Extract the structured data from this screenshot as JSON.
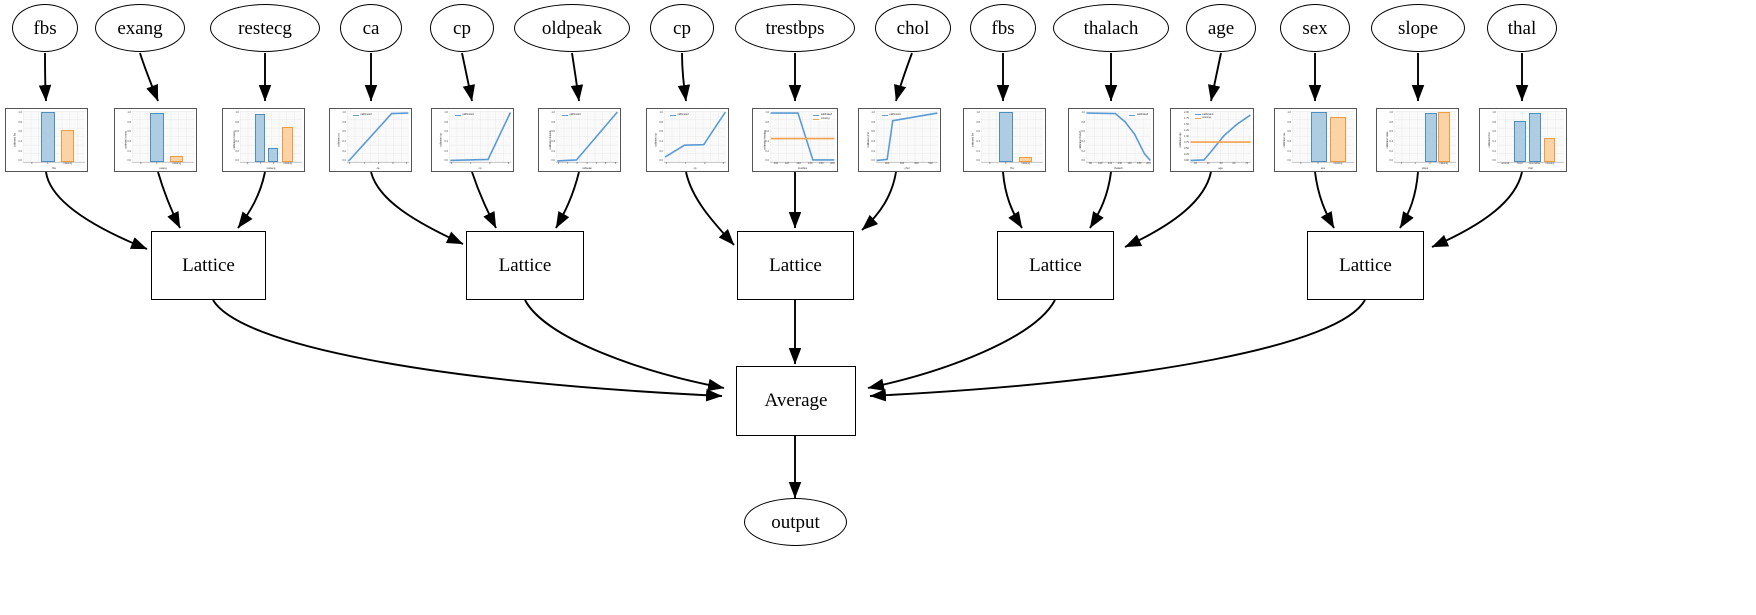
{
  "diagram": {
    "type": "graphviz-dag",
    "title": "TensorFlow Lattice calibrated ensemble model graph",
    "background": "#ffffff",
    "edge_color": "#000000",
    "series_colors": {
      "calibrated": "#5b9bd5",
      "missing": "#f3a04a"
    },
    "legend_labels": {
      "calibrated": "calibrated",
      "missing": "missing"
    }
  },
  "features": [
    {
      "id": "f0",
      "label": "fbs"
    },
    {
      "id": "f1",
      "label": "exang"
    },
    {
      "id": "f2",
      "label": "restecg"
    },
    {
      "id": "f3",
      "label": "ca"
    },
    {
      "id": "f4",
      "label": "cp"
    },
    {
      "id": "f5",
      "label": "oldpeak"
    },
    {
      "id": "f6",
      "label": "cp"
    },
    {
      "id": "f7",
      "label": "trestbps"
    },
    {
      "id": "f8",
      "label": "chol"
    },
    {
      "id": "f9",
      "label": "fbs"
    },
    {
      "id": "f10",
      "label": "thalach"
    },
    {
      "id": "f11",
      "label": "age"
    },
    {
      "id": "f12",
      "label": "sex"
    },
    {
      "id": "f13",
      "label": "slope"
    },
    {
      "id": "f14",
      "label": "thal"
    }
  ],
  "lattices": [
    {
      "id": "l0",
      "label": "Lattice"
    },
    {
      "id": "l1",
      "label": "Lattice"
    },
    {
      "id": "l2",
      "label": "Lattice"
    },
    {
      "id": "l3",
      "label": "Lattice"
    },
    {
      "id": "l4",
      "label": "Lattice"
    }
  ],
  "average": {
    "label": "Average"
  },
  "output": {
    "label": "output"
  },
  "chart_data": [
    {
      "id": "c0",
      "type": "bar",
      "feature": "fbs",
      "xlabel": "fbs",
      "ylabel": "calibrated fbs",
      "categories": [
        "0",
        "1",
        "missing"
      ],
      "xticklabels": [
        "0",
        "1",
        "missing"
      ],
      "yticklabels": [
        "0.0",
        "0.2",
        "0.4",
        "0.6",
        "0.8",
        "1.0"
      ],
      "ylim": [
        0,
        1.0
      ],
      "series": [
        {
          "name": "calibrated",
          "values": [
            0,
            1.0,
            null
          ]
        },
        {
          "name": "missing",
          "values": [
            null,
            null,
            0.62
          ]
        }
      ],
      "legend": false,
      "grid": true
    },
    {
      "id": "c1",
      "type": "bar",
      "feature": "exang",
      "xlabel": "exang",
      "ylabel": "calibrated exang",
      "categories": [
        "0",
        "1",
        "missing"
      ],
      "xticklabels": [
        "0",
        "1",
        "missing"
      ],
      "yticklabels": [
        "0.0",
        "0.2",
        "0.4",
        "0.6",
        "0.8",
        "1.0"
      ],
      "ylim": [
        0,
        1.0
      ],
      "series": [
        {
          "name": "calibrated",
          "values": [
            0,
            0.96,
            null
          ]
        },
        {
          "name": "missing",
          "values": [
            null,
            null,
            0.11
          ]
        }
      ],
      "legend": false,
      "grid": true
    },
    {
      "id": "c2",
      "type": "bar",
      "feature": "restecg",
      "xlabel": "restecg",
      "ylabel": "calibrated restecg",
      "categories": [
        "0",
        "1",
        "2",
        "missing"
      ],
      "xticklabels": [
        "0",
        "1",
        "2",
        "missing"
      ],
      "yticklabels": [
        "0.0",
        "0.2",
        "0.4",
        "0.6",
        "0.8",
        "1.0"
      ],
      "ylim": [
        0,
        1.0
      ],
      "series": [
        {
          "name": "calibrated",
          "values": [
            0,
            0.95,
            0.27,
            null
          ]
        },
        {
          "name": "missing",
          "values": [
            null,
            null,
            null,
            0.68
          ]
        }
      ],
      "legend": false,
      "grid": true
    },
    {
      "id": "c3",
      "type": "line",
      "feature": "ca",
      "xlabel": "ca",
      "ylabel": "calibrated ca",
      "xticklabels": [
        "0",
        "1",
        "2",
        "3",
        "4"
      ],
      "yticklabels": [
        "0.0",
        "0.2",
        "0.4",
        "0.6",
        "0.8",
        "1.0"
      ],
      "ylim": [
        0,
        1.0
      ],
      "xlim": [
        0,
        4
      ],
      "series": [
        {
          "name": "calibrated",
          "x": [
            0,
            0.12,
            2.8,
            4
          ],
          "y": [
            0.02,
            0.06,
            0.97,
            0.98
          ]
        }
      ],
      "legend": true,
      "grid": true
    },
    {
      "id": "c4",
      "type": "line",
      "feature": "cp",
      "xlabel": "cp",
      "ylabel": "calibrated cp",
      "xticklabels": [
        "0",
        "1",
        "2",
        "3"
      ],
      "yticklabels": [
        "0.0",
        "0.2",
        "0.4",
        "0.6",
        "0.8",
        "1.0"
      ],
      "ylim": [
        0,
        1.0
      ],
      "xlim": [
        0,
        3
      ],
      "series": [
        {
          "name": "calibrated",
          "x": [
            0,
            1.9,
            3
          ],
          "y": [
            0.03,
            0.05,
            0.98
          ]
        }
      ],
      "legend": true,
      "grid": true
    },
    {
      "id": "c5",
      "type": "line",
      "feature": "oldpeak",
      "xlabel": "oldpeak",
      "ylabel": "calibrated oldpeak",
      "xticklabels": [
        "0",
        "1",
        "2",
        "3",
        "4",
        "5",
        "6"
      ],
      "yticklabels": [
        "0.0",
        "0.2",
        "0.4",
        "0.6",
        "0.8",
        "1.0"
      ],
      "ylim": [
        0,
        1.0
      ],
      "xlim": [
        0,
        6
      ],
      "series": [
        {
          "name": "calibrated",
          "x": [
            0,
            2.0,
            6
          ],
          "y": [
            0.02,
            0.04,
            0.99
          ]
        }
      ],
      "legend": true,
      "grid": true
    },
    {
      "id": "c6",
      "type": "line",
      "feature": "cp",
      "xlabel": "cp",
      "ylabel": "calibrated cp",
      "xticklabels": [
        "0",
        "1",
        "2",
        "3"
      ],
      "yticklabels": [
        "0.0",
        "0.2",
        "0.4",
        "0.6",
        "0.8",
        "1.0"
      ],
      "ylim": [
        0,
        1.0
      ],
      "xlim": [
        0,
        3
      ],
      "series": [
        {
          "name": "calibrated",
          "x": [
            0,
            1.0,
            2.0,
            3
          ],
          "y": [
            0.1,
            0.33,
            0.34,
            0.99
          ]
        }
      ],
      "legend": true,
      "grid": true
    },
    {
      "id": "c7",
      "type": "line",
      "feature": "trestbps",
      "xlabel": "trestbps",
      "ylabel": "calibrated trestbps",
      "xticklabels": [
        "100",
        "120",
        "140",
        "160",
        "180",
        "200"
      ],
      "yticklabels": [
        "0.0",
        "0.2",
        "0.4",
        "0.6",
        "0.8",
        "1.0"
      ],
      "ylim": [
        0,
        1.0
      ],
      "xlim": [
        94,
        200
      ],
      "series": [
        {
          "name": "calibrated",
          "x": [
            94,
            140,
            164,
            200
          ],
          "y": [
            0.98,
            0.98,
            0.03,
            0.03
          ]
        },
        {
          "name": "missing",
          "x": [
            94,
            200
          ],
          "y": [
            0.46,
            0.46
          ]
        }
      ],
      "legend": true,
      "legend_position": "upper right",
      "grid": true
    },
    {
      "id": "c8",
      "type": "line",
      "feature": "chol",
      "xlabel": "chol",
      "ylabel": "calibrated chol",
      "xticklabels": [
        "200",
        "300",
        "400",
        "500"
      ],
      "yticklabels": [
        "0.0",
        "0.2",
        "0.4",
        "0.6",
        "0.8",
        "1.0"
      ],
      "ylim": [
        0,
        1.0
      ],
      "xlim": [
        126,
        564
      ],
      "series": [
        {
          "name": "calibrated",
          "x": [
            126,
            200,
            236,
            564
          ],
          "y": [
            0.02,
            0.04,
            0.82,
            0.97
          ]
        }
      ],
      "legend": true,
      "grid": true
    },
    {
      "id": "c9",
      "type": "bar",
      "feature": "fbs",
      "xlabel": "fbs",
      "ylabel": "calibrated fbs",
      "categories": [
        "0",
        "1",
        "missing"
      ],
      "xticklabels": [
        "0",
        "1",
        "missing"
      ],
      "yticklabels": [
        "0.0",
        "0.2",
        "0.4",
        "0.6",
        "0.8",
        "1.0"
      ],
      "ylim": [
        0,
        1.0
      ],
      "series": [
        {
          "name": "calibrated",
          "values": [
            0,
            0.98,
            null
          ]
        },
        {
          "name": "missing",
          "values": [
            null,
            null,
            0.1
          ]
        }
      ],
      "legend": false,
      "grid": true
    },
    {
      "id": "c10",
      "type": "line",
      "feature": "thalach",
      "xlabel": "thalach",
      "ylabel": "calibrated thalach",
      "xticklabels": [
        "80",
        "100",
        "120",
        "140",
        "160",
        "180",
        "200"
      ],
      "yticklabels": [
        "0.0",
        "0.2",
        "0.4",
        "0.6",
        "0.8",
        "1.0"
      ],
      "ylim": [
        0,
        1.0
      ],
      "xlim": [
        71,
        202
      ],
      "series": [
        {
          "name": "calibrated",
          "x": [
            71,
            130,
            150,
            170,
            190,
            202
          ],
          "y": [
            0.97,
            0.96,
            0.8,
            0.55,
            0.17,
            0.02
          ]
        }
      ],
      "legend": true,
      "legend_position": "upper right",
      "grid": true
    },
    {
      "id": "c11",
      "type": "line",
      "feature": "age",
      "xlabel": "age",
      "ylabel": "calibrated age",
      "xticklabels": [
        "30",
        "40",
        "50",
        "60",
        "70"
      ],
      "yticklabels": [
        "0.00",
        "0.25",
        "0.50",
        "0.75",
        "1.00",
        "1.25",
        "1.50",
        "1.75",
        "2.00"
      ],
      "ylim": [
        0,
        2.0
      ],
      "xlim": [
        29,
        77
      ],
      "series": [
        {
          "name": "calibrated",
          "x": [
            29,
            40,
            46,
            56,
            66,
            77
          ],
          "y": [
            0.06,
            0.08,
            0.42,
            1.05,
            1.48,
            1.84
          ]
        },
        {
          "name": "missing",
          "x": [
            29,
            77
          ],
          "y": [
            0.78,
            0.78
          ]
        }
      ],
      "legend": true,
      "grid": true
    },
    {
      "id": "c12",
      "type": "bar",
      "feature": "sex",
      "xlabel": "sex",
      "ylabel": "calibrated sex",
      "categories": [
        "0",
        "1",
        "missing"
      ],
      "xticklabels": [
        "0",
        "1",
        "missing"
      ],
      "yticklabels": [
        "0.0",
        "0.2",
        "0.4",
        "0.6",
        "0.8",
        "1.0"
      ],
      "ylim": [
        0,
        1.0
      ],
      "series": [
        {
          "name": "calibrated",
          "values": [
            0,
            0.99,
            null
          ]
        },
        {
          "name": "missing",
          "values": [
            null,
            null,
            0.89
          ]
        }
      ],
      "legend": false,
      "grid": true
    },
    {
      "id": "c13",
      "type": "bar",
      "feature": "slope",
      "xlabel": "slope",
      "ylabel": "calibrated slope",
      "categories": [
        "0",
        "1",
        "2",
        "missing"
      ],
      "xticklabels": [
        "0",
        "1",
        "2",
        "missing"
      ],
      "yticklabels": [
        "0.0",
        "0.2",
        "0.4",
        "0.6",
        "0.8",
        "1.0"
      ],
      "ylim": [
        0,
        1.0
      ],
      "series": [
        {
          "name": "calibrated",
          "values": [
            0,
            0,
            0.97,
            null
          ]
        },
        {
          "name": "missing",
          "values": [
            null,
            null,
            null,
            0.99
          ]
        }
      ],
      "legend": false,
      "grid": true
    },
    {
      "id": "c14",
      "type": "bar",
      "feature": "thal",
      "xlabel": "thal",
      "ylabel": "calibrated thal",
      "categories": [
        "normal",
        "fixed",
        "reversible",
        "missing"
      ],
      "xticklabels": [
        "normal",
        "fixed",
        "reversible",
        "missing"
      ],
      "yticklabels": [
        "0.0",
        "0.2",
        "0.4",
        "0.6",
        "0.8",
        "1.0"
      ],
      "ylim": [
        0,
        1.0
      ],
      "series": [
        {
          "name": "calibrated",
          "values": [
            0,
            0.8,
            0.96,
            null
          ]
        },
        {
          "name": "missing",
          "values": [
            null,
            null,
            null,
            0.47
          ]
        }
      ],
      "legend": false,
      "grid": true
    }
  ]
}
